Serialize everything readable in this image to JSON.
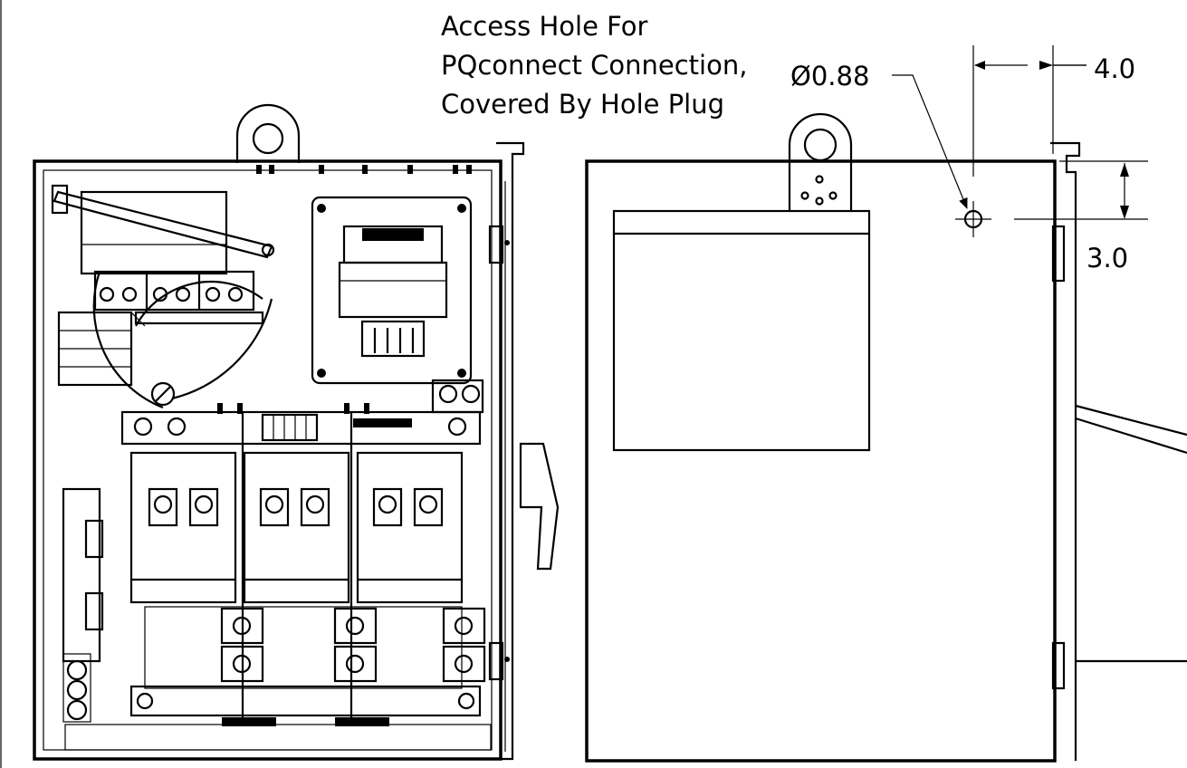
{
  "annotations": {
    "callout_line1": "Access Hole For",
    "callout_line2": "PQconnect Connection,",
    "callout_line3": "Covered By Hole Plug",
    "hole_diameter": "Ø0.88",
    "dim_horizontal": "4.0",
    "dim_vertical": "3.0"
  }
}
